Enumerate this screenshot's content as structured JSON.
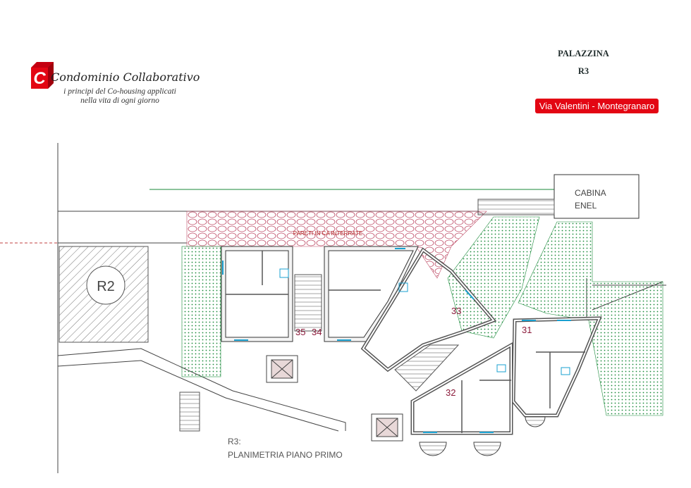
{
  "header": {
    "logo_letter": "C",
    "logo_title": "Condominio Collaborativo",
    "logo_tagline_1": "i principi del Co-housing applicati",
    "logo_tagline_2": "nella vita di ogni giorno",
    "building_label": "PALAZZINA",
    "building_code": "R3",
    "address": "Via Valentini - Montegranaro"
  },
  "plan": {
    "cabin_line1": "CABINA",
    "cabin_line2": "ENEL",
    "walls_note": "PARETI IN CA INTERRATE",
    "neighbor_building": "R2",
    "units": [
      "35",
      "34",
      "33",
      "32",
      "31"
    ],
    "caption_line1": "R3:",
    "caption_line2": "PLANIMETRIA PIANO PRIMO"
  },
  "colors": {
    "brand_red": "#e30613",
    "unit_number": "#8b1a3a",
    "wall_note": "#b02020",
    "stone_pattern": "#c0506a",
    "garden_dots": "#1a8a3a",
    "window": "#1aa0d0"
  }
}
